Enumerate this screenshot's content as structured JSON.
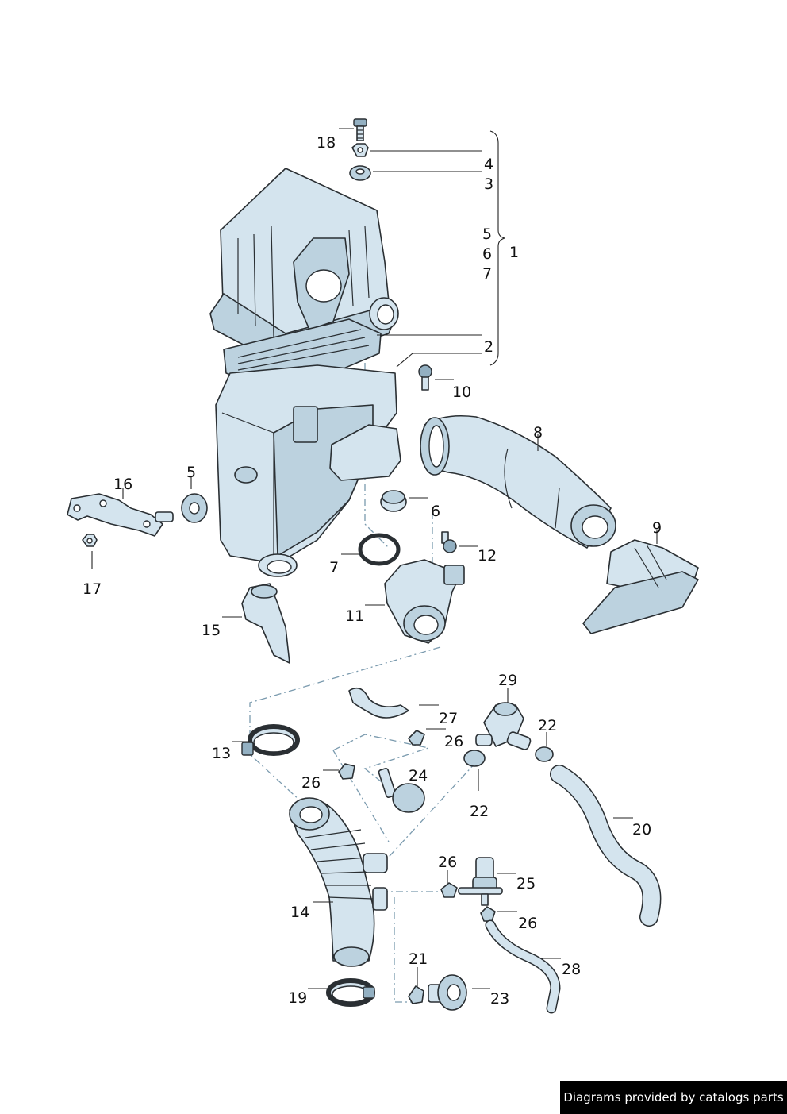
{
  "callouts": {
    "c18": "18",
    "c4": "4",
    "c3": "3",
    "c5a": "5",
    "c6a": "6",
    "c7a": "7",
    "c1": "1",
    "c2": "2",
    "c10": "10",
    "c8": "8",
    "c16": "16",
    "c5b": "5",
    "c6b": "6",
    "c9": "9",
    "c12": "12",
    "c7b": "7",
    "c17": "17",
    "c11": "11",
    "c15": "15",
    "c29": "29",
    "c27": "27",
    "c22a": "22",
    "c26a": "26",
    "c13": "13",
    "c24": "24",
    "c26b": "26",
    "c22b": "22",
    "c20": "20",
    "c26c": "26",
    "c25": "25",
    "c14": "14",
    "c26d": "26",
    "c21": "21",
    "c28": "28",
    "c19": "19",
    "c23": "23"
  },
  "footer": {
    "text": "Diagrams provided by catalogs parts"
  }
}
